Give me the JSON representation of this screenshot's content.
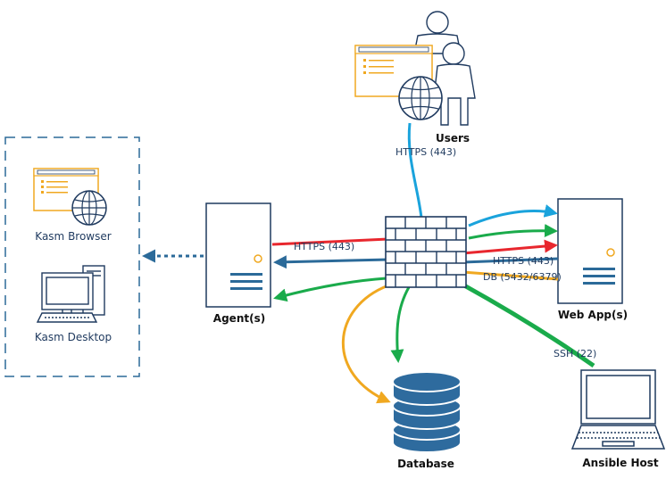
{
  "colors": {
    "blue": "#1aa3dc",
    "navy": "#2b6a99",
    "red": "#e8272e",
    "green": "#1aab4b",
    "orange": "#f0a820",
    "outline": "#1f3a5f",
    "db_fill": "#2e6b9e"
  },
  "nodes": {
    "users": "Users",
    "agents": "Agent(s)",
    "webapp": "Web App(s)",
    "database": "Database",
    "ansible": "Ansible Host",
    "kasm_browser": "Kasm Browser",
    "kasm_desktop": "Kasm Desktop"
  },
  "labels": {
    "https_users": "HTTPS (443)",
    "https_agent": "HTTPS (443)",
    "https_webapp": "HTTPS (443)",
    "db_ports": "DB (5432/6379)",
    "ssh": "SSH (22)"
  },
  "icons": {
    "users": "users-icon",
    "agent": "server-icon",
    "webapp": "server-icon",
    "firewall": "firewall-icon",
    "database": "database-icon",
    "ansible": "laptop-icon",
    "browser": "browser-icon",
    "desktop": "desktop-icon"
  }
}
